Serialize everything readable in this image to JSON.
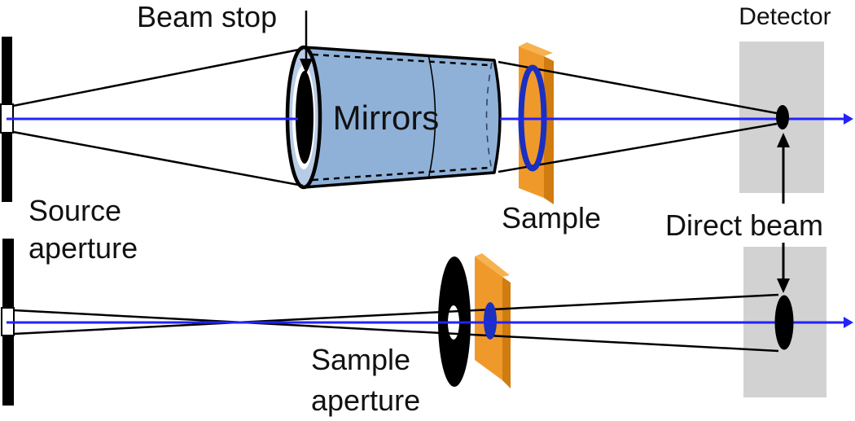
{
  "diagram": {
    "title_hint": "Focusing-mirror vs pinhole small-angle scattering geometry",
    "labels": {
      "beam_stop": "Beam stop",
      "mirrors": "Mirrors",
      "sample": "Sample",
      "detector": "Detector",
      "direct_beam": "Direct beam",
      "source_aperture": [
        "Source",
        "aperture"
      ],
      "sample_aperture": [
        "Sample",
        "aperture"
      ]
    },
    "colors": {
      "beam_line": "#2222ff",
      "outline": "#000000",
      "mirror_body": "#8fb1d8",
      "mirror_face_ring": "#b8cbe6",
      "mirror_bore": "#ffffff",
      "beam_stop": "#000000",
      "sample_front": "#f0992b",
      "sample_side": "#d07c10",
      "sample_top": "#f6b24e",
      "sample_ring": "#1b2fc0",
      "detector_panel": "#d2d2d2",
      "aperture_bar": "#000000",
      "slit": "#ffffff"
    }
  }
}
